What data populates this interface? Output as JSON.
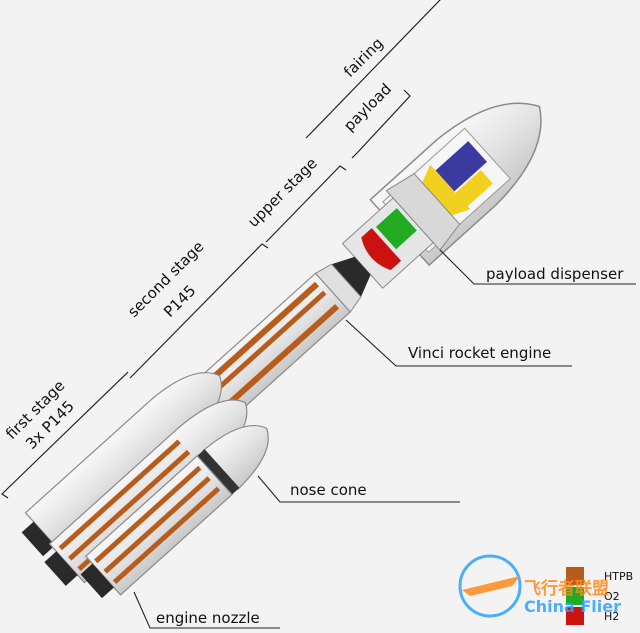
{
  "labels": {
    "fairing": "fairing",
    "payload": "payload",
    "upper_stage": "upper stage",
    "second_stage_line1": "second stage",
    "second_stage_line2": "P145",
    "first_stage_line1": "first stage",
    "first_stage_line2": "3x P145",
    "payload_dispenser": "payload dispenser",
    "vinci_engine": "Vinci rocket engine",
    "nose_cone": "nose cone",
    "engine_nozzle": "engine nozzle"
  },
  "legend": [
    {
      "label": "HTPB",
      "color": "#b85c1c"
    },
    {
      "label": "O2",
      "color": "#22aa22"
    },
    {
      "label": "H2",
      "color": "#cc1111"
    }
  ],
  "watermark": {
    "line1": "飞行者联盟",
    "line2": "China Flier"
  },
  "colors": {
    "body": "#e8e8e8",
    "outline": "#8a8a8a",
    "propellant": "#b85c1c",
    "oxygen": "#22aa22",
    "hydrogen": "#cc1111",
    "payload": "#3a3aa0",
    "adapter": "#f2d020",
    "nozzle": "#2a2a2a"
  }
}
